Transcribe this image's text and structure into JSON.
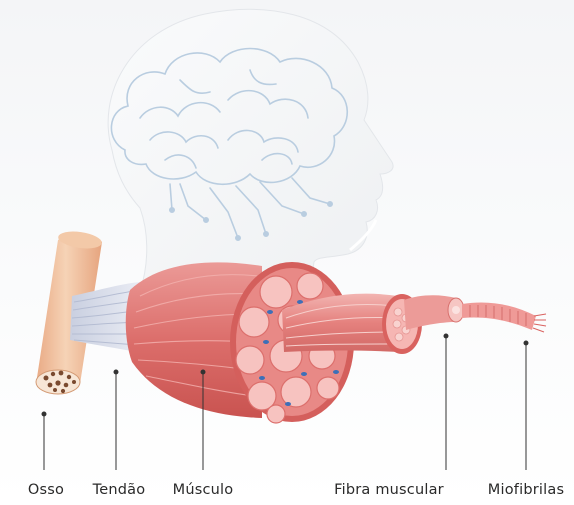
{
  "labels": {
    "bone": "Osso",
    "tendon": "Tendão",
    "muscle": "Músculo",
    "fiber": "Fibra muscular",
    "myofibrils": "Miofibrilas"
  },
  "colors": {
    "bone": "#f2c6a2",
    "muscle": "#e07a78",
    "muscle_dark": "#c9524f",
    "fascicle": "#f7c3c0",
    "nucleus": "#3d6fb8",
    "tendon": "#dfe3ee",
    "brain_line": "#b9cde0",
    "leader_line": "#333333"
  }
}
